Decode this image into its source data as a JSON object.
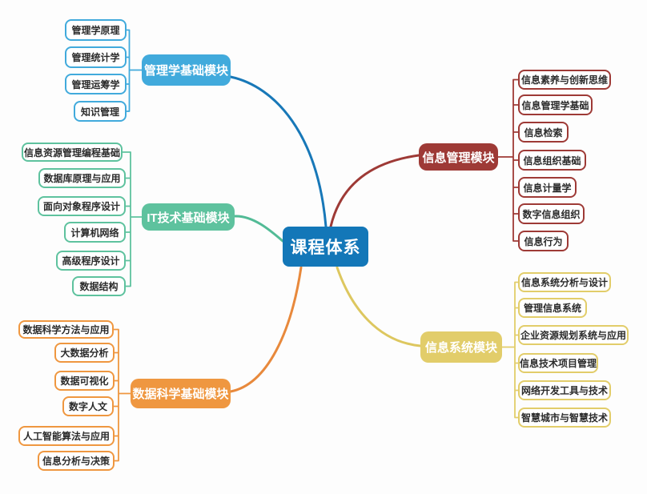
{
  "root": {
    "label": "课程体系"
  },
  "colors": {
    "background": "#fdfdfd",
    "central": "#1377b8",
    "child_text": "#2b2b2b",
    "management": "#41aadc",
    "management_line": "#1878b8",
    "it": "#5ec29e",
    "it_line": "#52bb96",
    "data_science": "#ef9740",
    "data_science_line": "#e8893c",
    "info_management": "#9e3a36",
    "info_management_line": "#9e3a36",
    "info_systems": "#e2cd6a",
    "info_systems_line": "#ddc75f"
  },
  "branches": [
    {
      "label": "管理学基础模块",
      "children": [
        "管理学原理",
        "管理统计学",
        "管理运筹学",
        "知识管理"
      ]
    },
    {
      "label": "IT技术基础模块",
      "children": [
        "信息资源管理编程基础",
        "数据库原理与应用",
        "面向对象程序设计",
        "计算机网络",
        "高级程序设计",
        "数据结构"
      ]
    },
    {
      "label": "数据科学基础模块",
      "children": [
        "数据科学方法与应用",
        "大数据分析",
        "数据可视化",
        "数字人文",
        "人工智能算法与应用",
        "信息分析与决策"
      ]
    },
    {
      "label": "信息管理模块",
      "children": [
        "信息素养与创新思维",
        "信息管理学基础",
        "信息检索",
        "信息组织基础",
        "信息计量学",
        "数字信息组织",
        "信息行为"
      ]
    },
    {
      "label": "信息系统模块",
      "children": [
        "信息系统分析与设计",
        "管理信息系统",
        "企业资源规划系统与应用",
        "信息技术项目管理",
        "网络开发工具与技术",
        "智慧城市与智慧技术"
      ]
    }
  ]
}
